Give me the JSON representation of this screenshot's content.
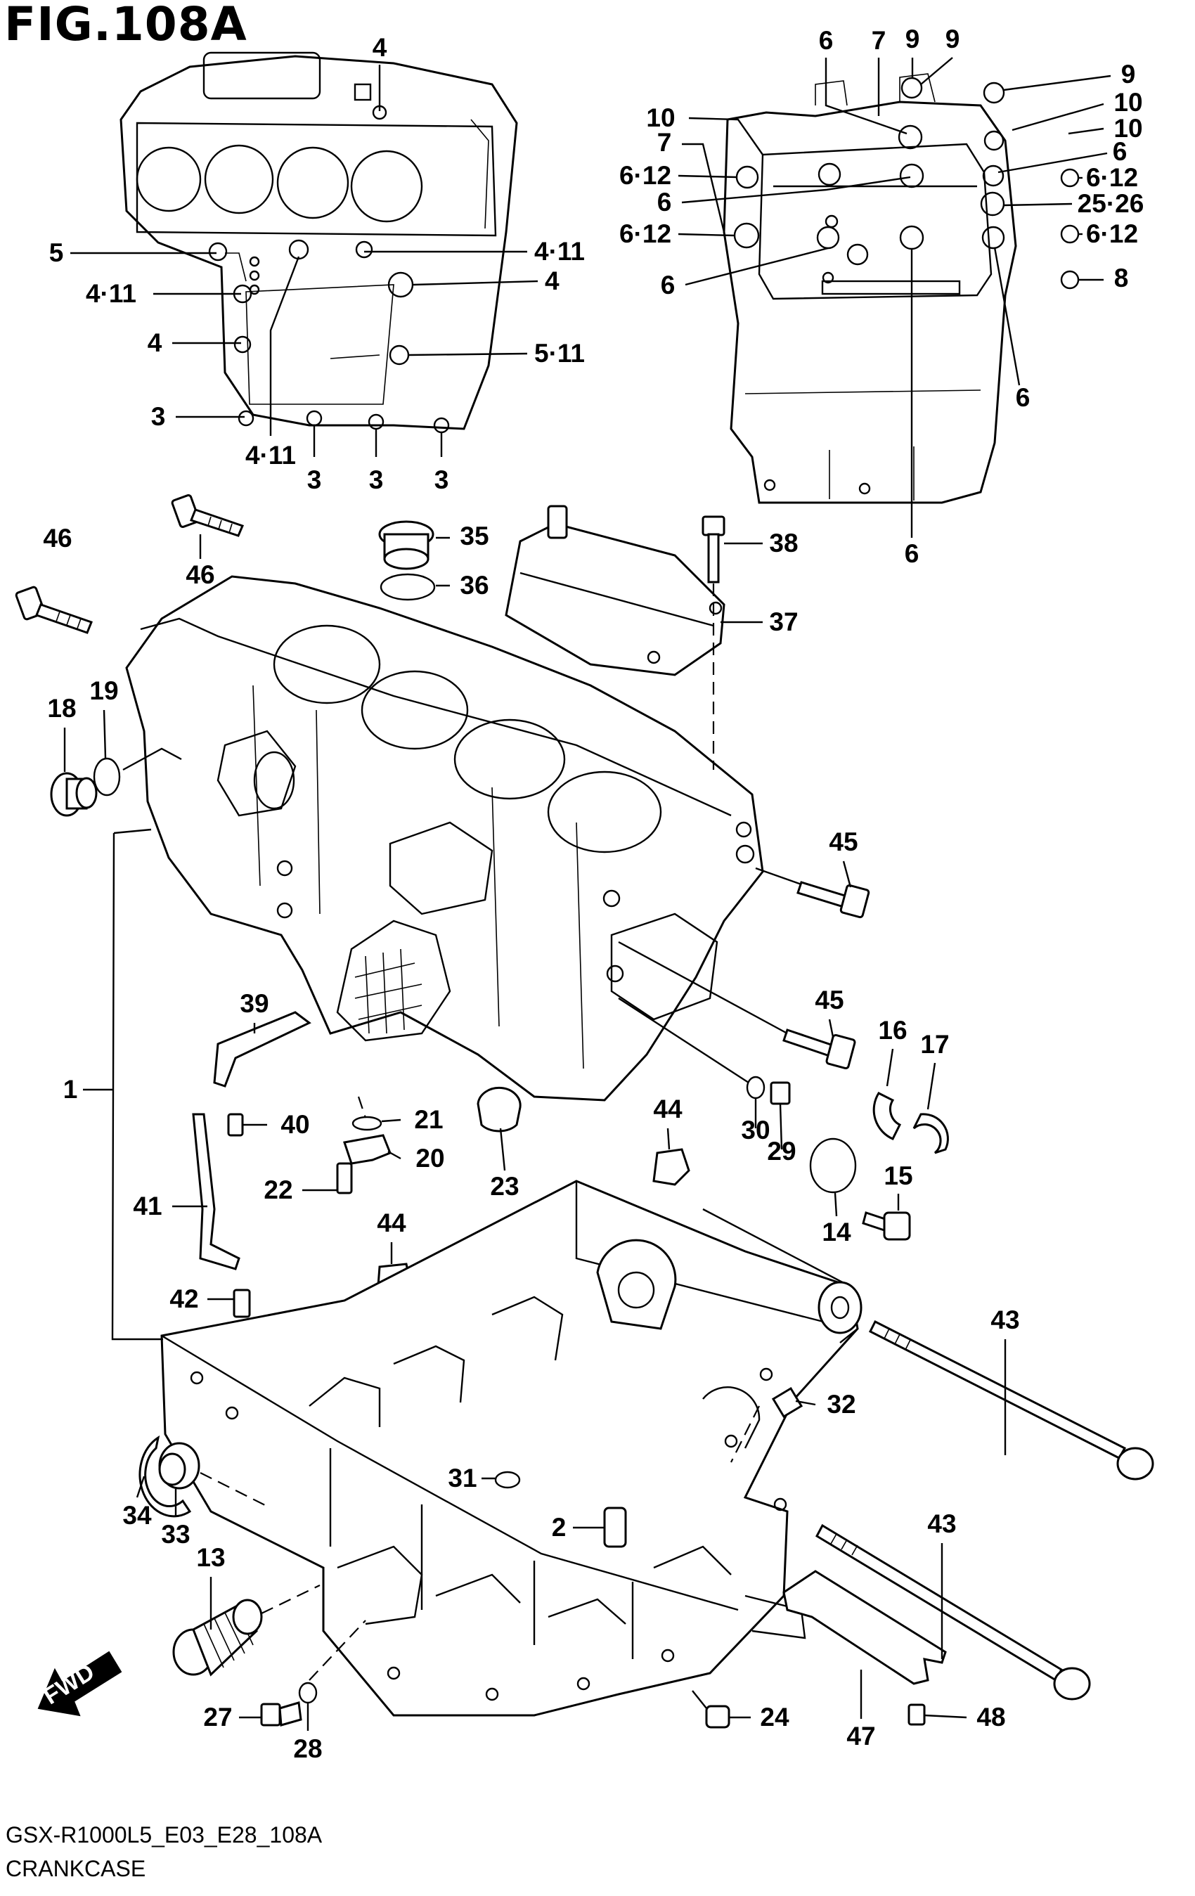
{
  "figure": {
    "title": "FIG.108A",
    "model_code": "GSX-R1000L5_E03_E28_108A",
    "name": "CRANKCASE"
  },
  "fwd_badge": "FWD",
  "callouts": [
    {
      "id": "c-4-top",
      "text": "4"
    },
    {
      "id": "c-5",
      "text": "5"
    },
    {
      "id": "c-4-11-a",
      "text": "4·11"
    },
    {
      "id": "c-4-b",
      "text": "4"
    },
    {
      "id": "c-4-c",
      "text": "4"
    },
    {
      "id": "c-4-11-b",
      "text": "4·11"
    },
    {
      "id": "c-5-11",
      "text": "5·11"
    },
    {
      "id": "c-3-a",
      "text": "3"
    },
    {
      "id": "c-4-11-c",
      "text": "4·11"
    },
    {
      "id": "c-3-b",
      "text": "3"
    },
    {
      "id": "c-3-c",
      "text": "3"
    },
    {
      "id": "c-3-d",
      "text": "3"
    },
    {
      "id": "c-6-top",
      "text": "6"
    },
    {
      "id": "c-7-top",
      "text": "7"
    },
    {
      "id": "c-9-a",
      "text": "9"
    },
    {
      "id": "c-9-b",
      "text": "9"
    },
    {
      "id": "c-9-c",
      "text": "9"
    },
    {
      "id": "c-10-a",
      "text": "10"
    },
    {
      "id": "c-10-b",
      "text": "10"
    },
    {
      "id": "c-10-c",
      "text": "10"
    },
    {
      "id": "c-7-left",
      "text": "7"
    },
    {
      "id": "c-6-r1",
      "text": "6"
    },
    {
      "id": "c-6-12-l1",
      "text": "6·12"
    },
    {
      "id": "c-6-12-r1",
      "text": "6·12"
    },
    {
      "id": "c-6-l",
      "text": "6"
    },
    {
      "id": "c-25-26",
      "text": "25·26"
    },
    {
      "id": "c-6-12-l2",
      "text": "6·12"
    },
    {
      "id": "c-6-12-r2",
      "text": "6·12"
    },
    {
      "id": "c-6-l2",
      "text": "6"
    },
    {
      "id": "c-8",
      "text": "8"
    },
    {
      "id": "c-6-r2",
      "text": "6"
    },
    {
      "id": "c-6-bot",
      "text": "6"
    },
    {
      "id": "c-46-a",
      "text": "46"
    },
    {
      "id": "c-46-b",
      "text": "46"
    },
    {
      "id": "c-35",
      "text": "35"
    },
    {
      "id": "c-36",
      "text": "36"
    },
    {
      "id": "c-38",
      "text": "38"
    },
    {
      "id": "c-37",
      "text": "37"
    },
    {
      "id": "c-18",
      "text": "18"
    },
    {
      "id": "c-19",
      "text": "19"
    },
    {
      "id": "c-45-a",
      "text": "45"
    },
    {
      "id": "c-45-b",
      "text": "45"
    },
    {
      "id": "c-39",
      "text": "39"
    },
    {
      "id": "c-16",
      "text": "16"
    },
    {
      "id": "c-17",
      "text": "17"
    },
    {
      "id": "c-1",
      "text": "1"
    },
    {
      "id": "c-40",
      "text": "40"
    },
    {
      "id": "c-21",
      "text": "21"
    },
    {
      "id": "c-44-a",
      "text": "44"
    },
    {
      "id": "c-30",
      "text": "30"
    },
    {
      "id": "c-29",
      "text": "29"
    },
    {
      "id": "c-20",
      "text": "20"
    },
    {
      "id": "c-22",
      "text": "22"
    },
    {
      "id": "c-23",
      "text": "23"
    },
    {
      "id": "c-15",
      "text": "15"
    },
    {
      "id": "c-41",
      "text": "41"
    },
    {
      "id": "c-44-b",
      "text": "44"
    },
    {
      "id": "c-14",
      "text": "14"
    },
    {
      "id": "c-42",
      "text": "42"
    },
    {
      "id": "c-43-a",
      "text": "43"
    },
    {
      "id": "c-32",
      "text": "32"
    },
    {
      "id": "c-31",
      "text": "31"
    },
    {
      "id": "c-34",
      "text": "34"
    },
    {
      "id": "c-33",
      "text": "33"
    },
    {
      "id": "c-2",
      "text": "2"
    },
    {
      "id": "c-43-b",
      "text": "43"
    },
    {
      "id": "c-13",
      "text": "13"
    },
    {
      "id": "c-27",
      "text": "27"
    },
    {
      "id": "c-28",
      "text": "28"
    },
    {
      "id": "c-47",
      "text": "47"
    },
    {
      "id": "c-24",
      "text": "24"
    },
    {
      "id": "c-48",
      "text": "48"
    }
  ]
}
